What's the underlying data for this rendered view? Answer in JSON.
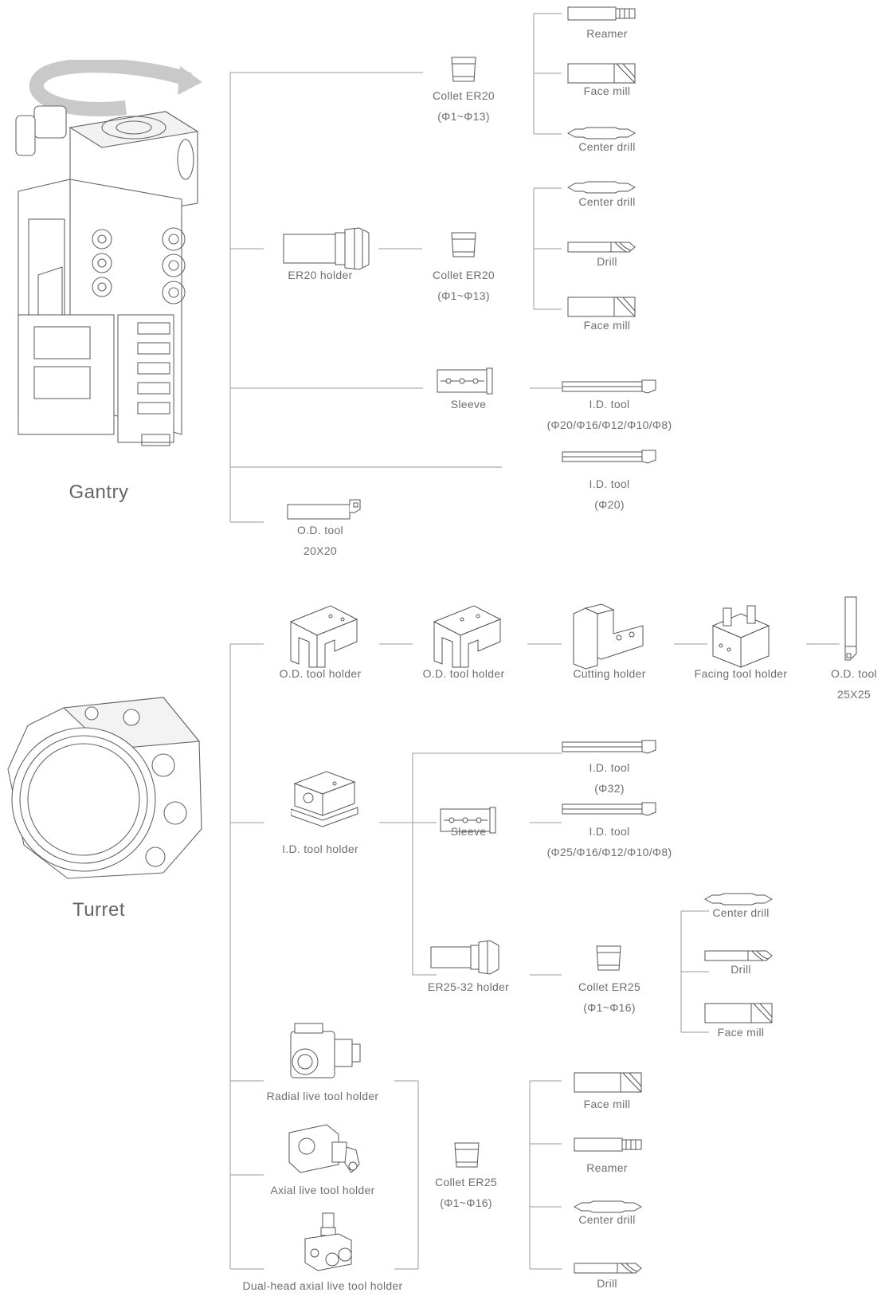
{
  "gantry": {
    "title": "Gantry",
    "labels": {
      "reamer_1": "Reamer",
      "face_mill_1": "Face mill",
      "center_drill_1": "Center drill",
      "collet_1": [
        "Collet ER20",
        "(Φ1~Φ13)"
      ],
      "er20_holder": "ER20 holder",
      "collet_2": [
        "Collet ER20",
        "(Φ1~Φ13)"
      ],
      "center_drill_2": "Center drill",
      "drill_1": "Drill",
      "face_mill_2": "Face mill",
      "sleeve": "Sleeve",
      "id_tool_1": [
        "I.D. tool",
        "(Φ20/Φ16/Φ12/Φ10/Φ8)"
      ],
      "id_tool_2": [
        "I.D. tool",
        "(Φ20)"
      ],
      "od_tool": [
        "O.D. tool",
        "20X20"
      ]
    }
  },
  "turret": {
    "title": "Turret",
    "labels": {
      "od_holder_1": "O.D. tool holder",
      "od_holder_2": "O.D. tool holder",
      "cutting_holder": "Cutting holder",
      "facing_holder": "Facing tool holder",
      "od_tool": [
        "O.D. tool",
        "25X25"
      ],
      "id_tool_32": [
        "I.D. tool",
        "(Φ32)"
      ],
      "id_tool_holder": "I.D. tool holder",
      "sleeve": "Sleeve",
      "id_tool_25": [
        "I.D. tool",
        "(Φ25/Φ16/Φ12/Φ10/Φ8)"
      ],
      "er25_holder": "ER25-32 holder",
      "collet_er25_a": [
        "Collet ER25",
        "(Φ1~Φ16)"
      ],
      "center_drill_a": "Center drill",
      "drill_a": "Drill",
      "face_mill_a": "Face mill",
      "radial_live": "Radial live tool holder",
      "axial_live": "Axial live tool holder",
      "dual_head": "Dual-head axial live tool holder",
      "collet_er25_b": [
        "Collet ER25",
        "(Φ1~Φ16)"
      ],
      "face_mill_b": "Face mill",
      "reamer_b": "Reamer",
      "center_drill_b": "Center drill",
      "drill_b": "Drill"
    }
  },
  "colors": {
    "line": "#9a9a9a",
    "text": "#6f6f6f",
    "arrow": "#c9c9c9"
  }
}
